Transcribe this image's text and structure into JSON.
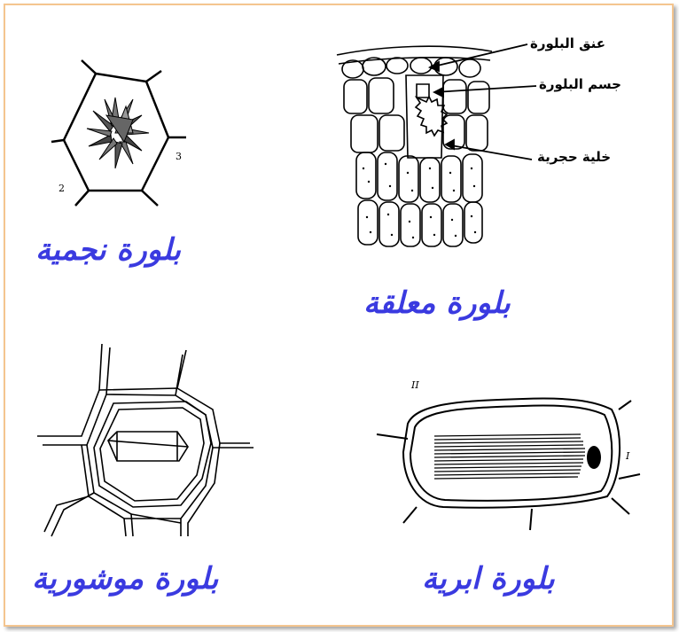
{
  "panels": {
    "star": {
      "caption": "بلورة نجمية",
      "markers": [
        "2",
        "3"
      ]
    },
    "hanging": {
      "caption": "بلورة معلقة",
      "callouts": {
        "neck": "عنق البلورة",
        "body": "جسم البلورة",
        "stone_cell": "خلية حجرية"
      }
    },
    "prism": {
      "caption": "بلورة موشورية"
    },
    "needle": {
      "caption": "بلورة ابرية",
      "markers": [
        "II",
        "I"
      ]
    }
  },
  "colors": {
    "caption": "#3a3ae0",
    "frame": "#f4c58f",
    "ink": "#000000"
  }
}
